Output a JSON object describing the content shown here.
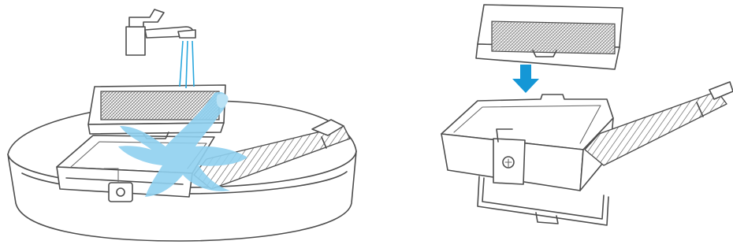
{
  "colors": {
    "line": "#4d4d4d",
    "water": "#2aa7dd",
    "splash": "#8fd0ef",
    "arrow": "#1597d6",
    "background": "#ffffff"
  },
  "panels": [
    {
      "name": "washing-step",
      "icons": [
        "faucet-icon",
        "water-stream-icon",
        "water-splash-icon",
        "basin",
        "filter",
        "dustbin-open"
      ]
    },
    {
      "name": "install-step",
      "icons": [
        "filter",
        "down-arrow-icon",
        "dustbin-open"
      ]
    }
  ]
}
